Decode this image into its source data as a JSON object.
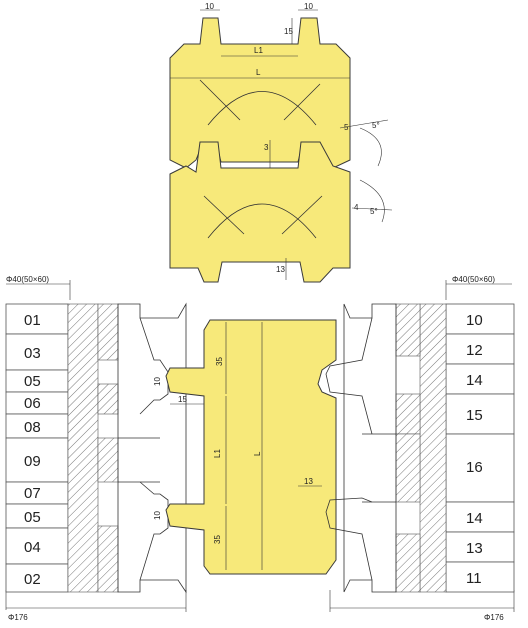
{
  "dimensions": {
    "top_w1": "10",
    "top_w2": "10",
    "top_h": "15",
    "top_L1": "L1",
    "top_L": "L",
    "mid_gap": "3",
    "angle1": "5°",
    "angle2": "5°",
    "offset1": "5",
    "offset2": "4",
    "bottom_h": "13",
    "big_35_top": "35",
    "big_L1": "L1",
    "big_L": "L",
    "big_35_bot": "35",
    "big_15": "15",
    "big_13": "13",
    "big_10_top": "10",
    "big_10_bot": "10"
  },
  "left_stack": {
    "bore": "Φ40(50×60)",
    "diameter": "Φ176",
    "spacers": [
      "01",
      "03",
      "05",
      "06",
      "08",
      "09",
      "07",
      "05",
      "04",
      "02"
    ]
  },
  "right_stack": {
    "bore": "Φ40(50×60)",
    "diameter": "Φ176",
    "spacers": [
      "10",
      "12",
      "14",
      "15",
      "16",
      "14",
      "13",
      "11"
    ]
  }
}
